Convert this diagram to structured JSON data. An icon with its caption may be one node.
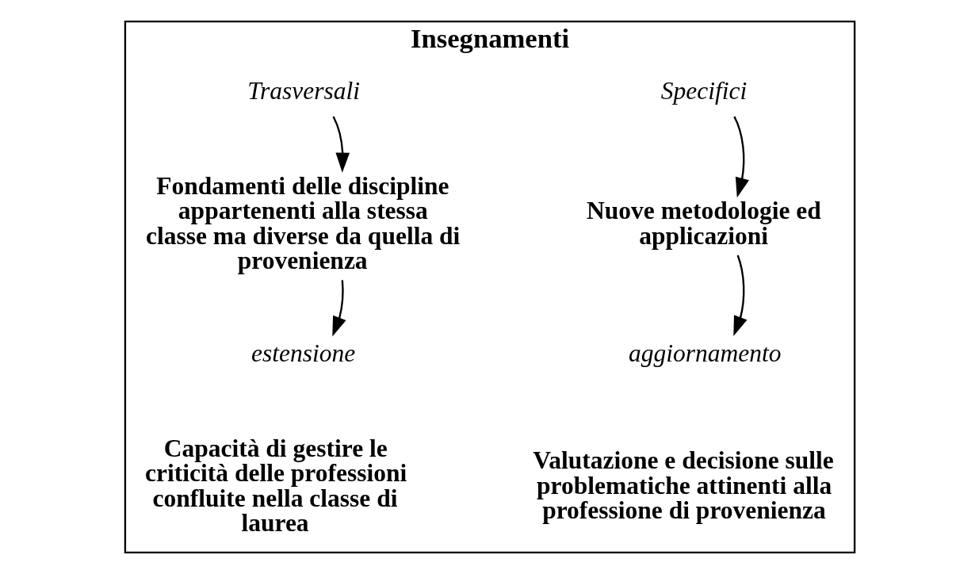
{
  "diagram": {
    "nodes": [
      {
        "text": [
          "Insegnamenti"
        ]
      },
      {
        "text": [
          "Specifici"
        ],
        "in": 0
      },
      {
        "text": [
          "Trasversali"
        ],
        "in": 0
      },
      {
        "text": [
          "Nuove metodologie ed applicazioni"
        ],
        "in": 0
      },
      {
        "text": [
          "Fondamenti delle discipline appartenenti alla stessa classe ma diverse da quella di provenienza"
        ],
        "in": 0
      },
      {
        "text": [
          "aggiornamento"
        ],
        "in": 0
      },
      {
        "text": [
          "estensione"
        ],
        "in": 0
      },
      {
        "text": [
          "Valutazione e decisione sulle problematiche attinenti alla professione di provenienza"
        ],
        "in": 0
      },
      {
        "text": [
          "Capacità di gestire le criticità delle professioni confluite nella classe di laurea"
        ],
        "in": 0
      }
    ],
    "edges": [
      {
        "from": 1,
        "to": 3,
        "arrow": "to"
      },
      {
        "from": 3,
        "to": 5,
        "arrow": "to"
      },
      {
        "from": 2,
        "to": 4,
        "arrow": "to"
      },
      {
        "from": 4,
        "to": 6,
        "arrow": "to"
      }
    ]
  }
}
